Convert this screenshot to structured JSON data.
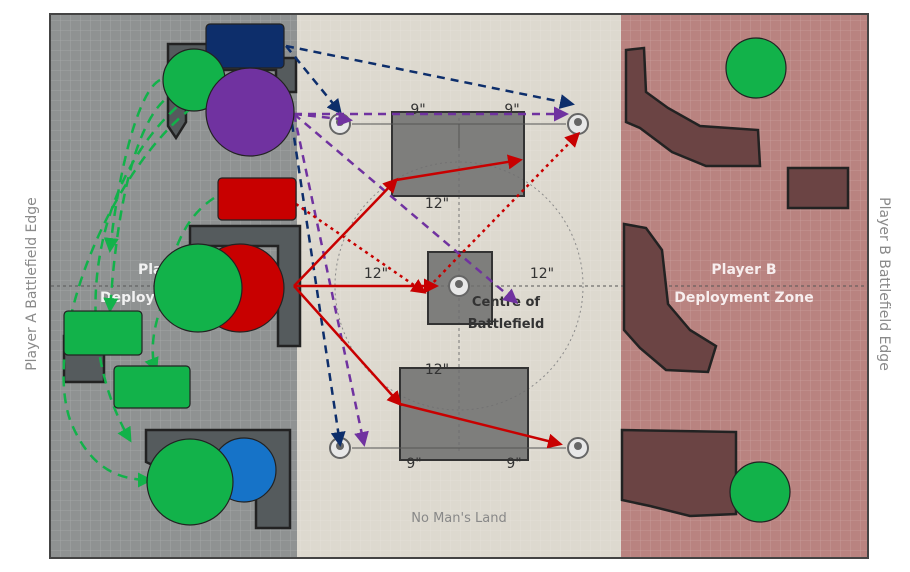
{
  "edges": {
    "player_a": "Player A Battlefield Edge",
    "player_b": "Player B Battlefield Edge"
  },
  "zones": {
    "player_a_line1": "Play",
    "player_a_line2": "Deploy",
    "player_b_line1": "Player B",
    "player_b_line2": "Deployment Zone",
    "no_mans_land": "No Man's Land",
    "centre_line1": "Centre of",
    "centre_line2": "Battlefield"
  },
  "distances": {
    "top_left": "9\"",
    "top_right": "9\"",
    "bottom_left": "9\"",
    "bottom_right": "9\"",
    "centre_left": "12\"",
    "centre_right": "12\"",
    "centre_up": "12\"",
    "centre_down": "12\""
  },
  "colors": {
    "zone_a": "#8f9292",
    "zone_b": "#b98380",
    "no_mans_land": "#ddd9cf",
    "ruin": "#5f4040",
    "green_token": "#12b24a",
    "purple_token": "#7032a0",
    "red_token": "#c80000",
    "blue_token": "#1673c8",
    "navy_token": "#0d2e6b",
    "arrow_red": "#c80000",
    "arrow_green": "#12b24a",
    "arrow_purple": "#7032a0",
    "arrow_navy": "#0d2e6b"
  }
}
